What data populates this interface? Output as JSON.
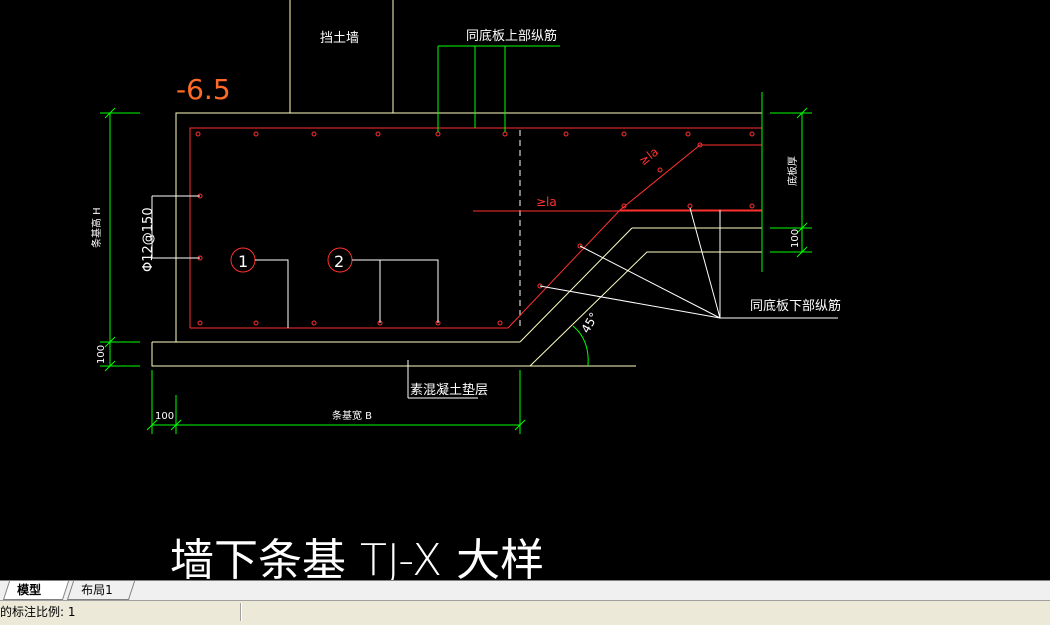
{
  "drawing": {
    "title": "墙下条基 TJ-X 大样",
    "elevation": "-6.5",
    "labels": {
      "retaining_wall": "挡土墙",
      "top_rebar": "同底板上部纵筋",
      "bottom_rebar": "同底板下部纵筋",
      "concrete_cushion": "素混凝土垫层",
      "foundation_height": "条基高 H",
      "foundation_width": "条基宽 B",
      "slab_thickness": "底板厚",
      "stirrup_spec": "Φ12@150",
      "anchorage_1": "≥la",
      "anchorage_2": "≥la",
      "angle": "45°",
      "dim_100_left": "100",
      "dim_100_bottom": "100",
      "dim_100_right": "100",
      "callout_1": "1",
      "callout_2": "2"
    },
    "colors": {
      "outline": "#ffffc0",
      "rebar": "#ff3030",
      "dimension": "#00ff00",
      "leader": "#ffffff",
      "elevation": "#ff6a28"
    }
  },
  "tabs": [
    {
      "label": "模型",
      "active": true
    },
    {
      "label": "布局1",
      "active": false
    }
  ],
  "status": {
    "text": "的标注比例: 1"
  }
}
